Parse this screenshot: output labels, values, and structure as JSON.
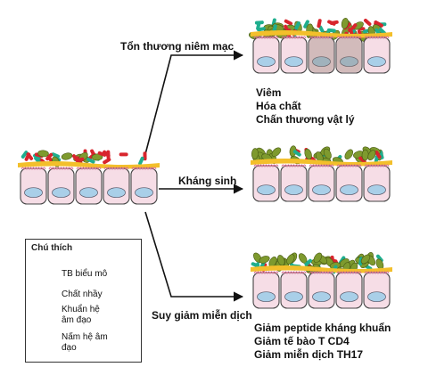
{
  "causes": {
    "mucosa_damage": "Tổn thương niêm mạc",
    "antibiotics": "Kháng sinh",
    "immunosuppression": "Suy giảm miễn dịch"
  },
  "effects": {
    "mucosa_damage": [
      "Viêm",
      "Hóa chất",
      "Chấn thương vật lý"
    ],
    "immunosuppression": [
      "Giảm peptide kháng khuẩn",
      "Giảm tế bào T CD4",
      "Giảm miễn dịch TH17"
    ]
  },
  "legend": {
    "title": "Chú thích",
    "epithelial_cell": "TB biểu mô",
    "mucus": "Chất nhầy",
    "bacteria": "Khuẩn hệ âm đạo",
    "fungi": "Nấm hệ âm đạo"
  },
  "colors": {
    "cell_fill": "#f6dde6",
    "cell_stroke": "#444444",
    "nucleus": "#a9cfe8",
    "mucus": "#f3bf2b",
    "villi": "#d86a90",
    "bacteria_red": "#d8252d",
    "bacteria_teal": "#1fae8e",
    "fungi": "#7e9a2e",
    "damage_overlay": "#8e7a6a"
  },
  "icons": [
    "epithelial-cell-icon",
    "mucus-icon",
    "bacteria-icon",
    "fungi-icon",
    "arrow-icon"
  ]
}
